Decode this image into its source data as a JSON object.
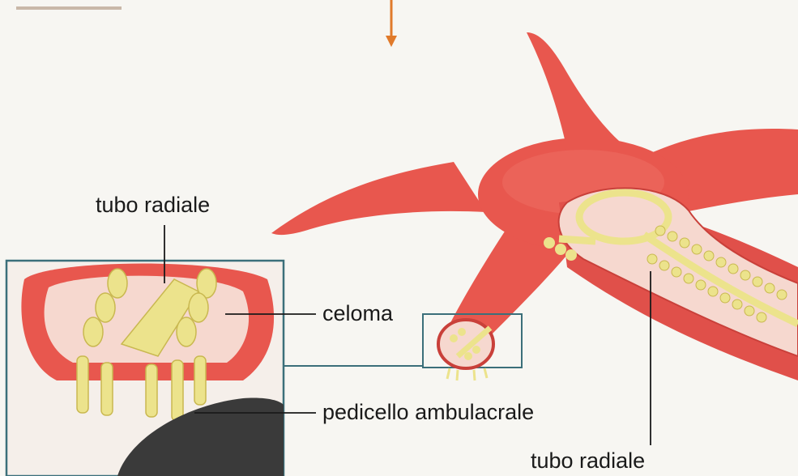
{
  "labels": {
    "radial_tube_inset": "tubo radiale",
    "coelom": "celoma",
    "tube_foot": "pedicello ambulacrale",
    "radial_tube_main": "tubo radiale"
  },
  "colors": {
    "starfish_body": "#e8574e",
    "starfish_shadow": "#c9403a",
    "water_vascular": "#f2e9a0",
    "ampulla": "#ece38c",
    "coelom_fill": "#f6d8cf",
    "inset_frame": "#3b6f7a",
    "arrow": "#e07a2a",
    "rock": "#3a3a3a"
  }
}
